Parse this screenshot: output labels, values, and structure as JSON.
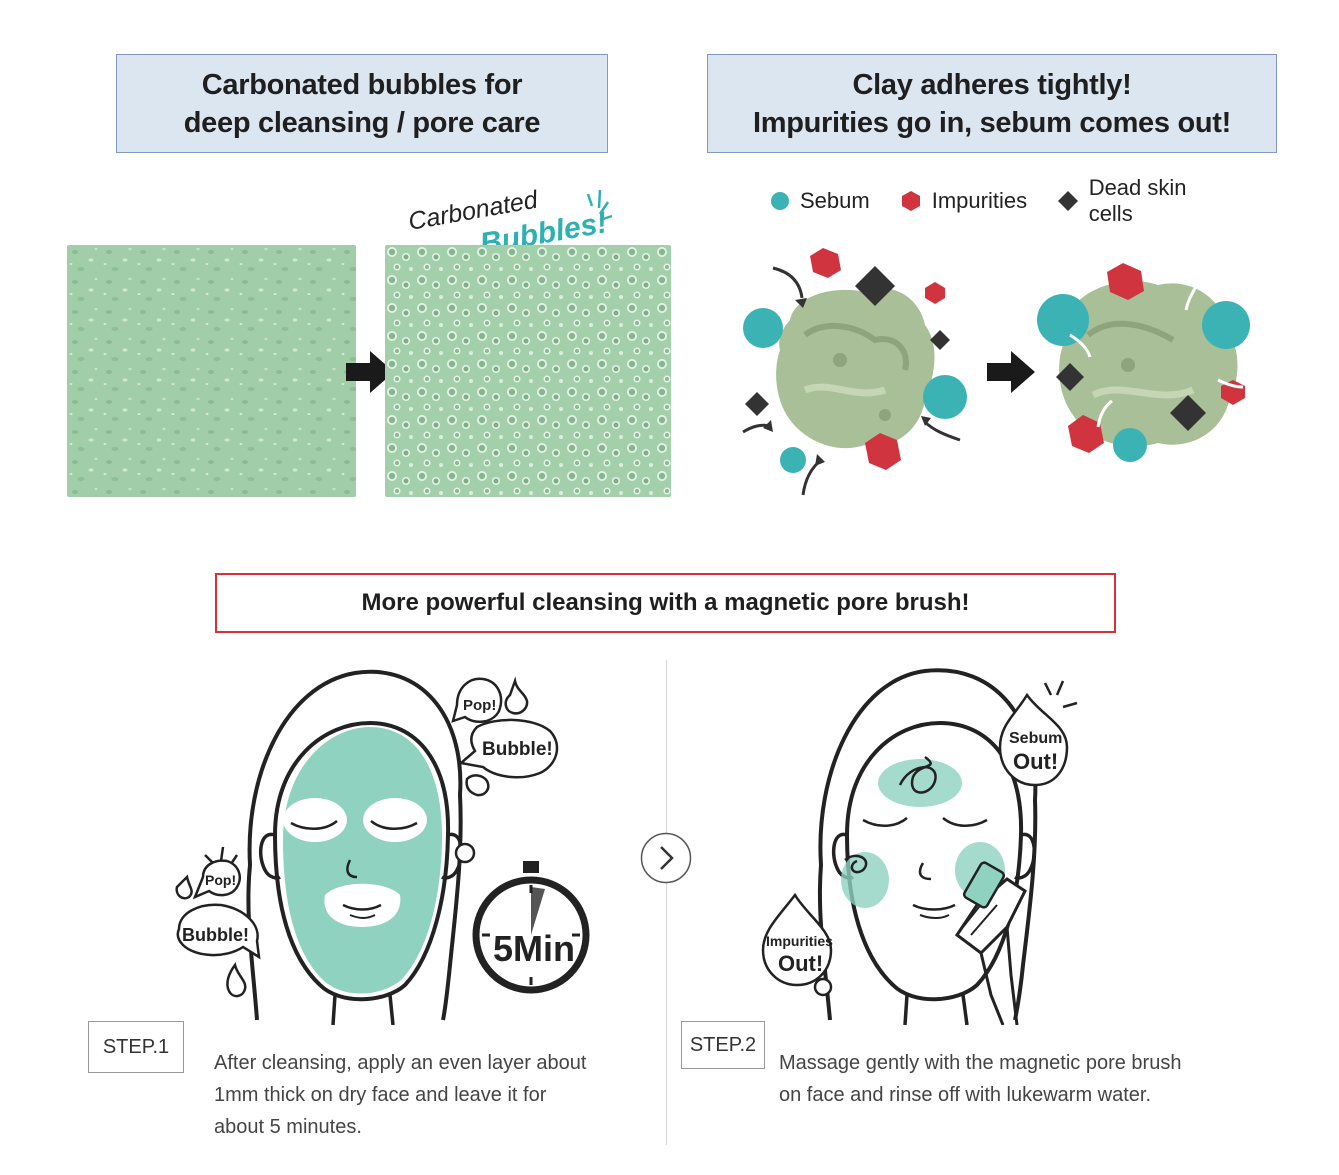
{
  "panel_left": {
    "title_line1": "Carbonated bubbles for",
    "title_line2": "deep cleansing / pore care",
    "bubble_caption_1": "Carbonated",
    "bubble_caption_2": "Bubbles!"
  },
  "panel_right": {
    "title_line1": "Clay adheres tightly!",
    "title_line2": "Impurities go in, sebum comes out!",
    "legend": [
      {
        "label": "Sebum",
        "color": "#3bb3b5",
        "shape": "circle"
      },
      {
        "label": "Impurities",
        "color": "#d0343f",
        "shape": "hexagon"
      },
      {
        "label": "Dead skin cells",
        "color": "#333333",
        "shape": "diamond"
      }
    ]
  },
  "banner": {
    "text": "More powerful cleansing with a magnetic pore brush!"
  },
  "step1": {
    "label": "STEP.1",
    "desc_line1": "After cleansing, apply an even layer about",
    "desc_line2": "1mm thick on dry face and leave it for",
    "desc_line3": "about 5 minutes.",
    "pop_top": "Pop!",
    "bubble_top": "Bubble!",
    "pop_left": "Pop!",
    "bubble_left": "Bubble!",
    "timer": "5Min"
  },
  "step2": {
    "label": "STEP.2",
    "desc_line1": "Massage gently with the magnetic pore brush",
    "desc_line2": "on face and rinse off with lukewarm water.",
    "sebum_1": "Sebum",
    "sebum_2": "Out!",
    "impurities_1": "Impurities",
    "impurities_2": "Out!"
  },
  "colors": {
    "mint": "#8fd2bf",
    "teal": "#3bb3b5",
    "red": "#d0343f",
    "title_bg": "#dce6f1"
  }
}
